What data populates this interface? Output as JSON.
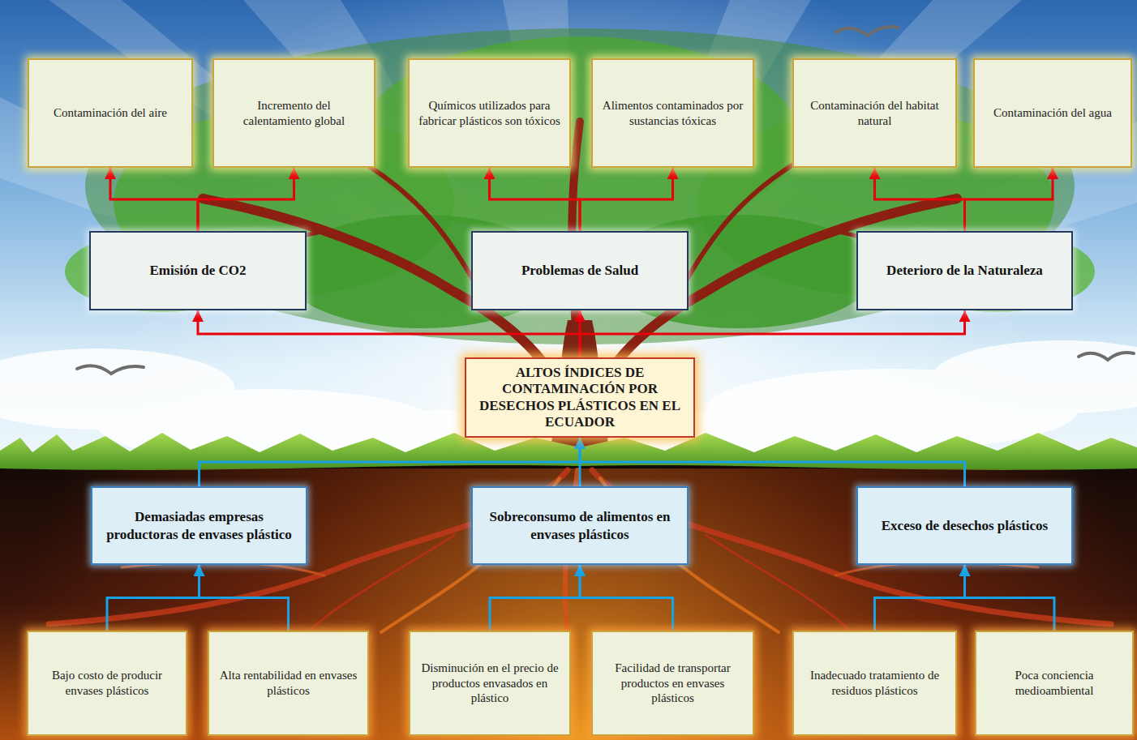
{
  "diagram": {
    "nodes": [
      {
        "text": [
          "Contaminación del aire"
        ]
      },
      {
        "text": [
          "Incremento del calentamiento global"
        ]
      },
      {
        "text": [
          "Químicos utilizados para fabricar plásticos son tóxicos"
        ]
      },
      {
        "text": [
          "Alimentos contaminados por sustancias tóxicas"
        ]
      },
      {
        "text": [
          "Contaminación del habitat natural"
        ]
      },
      {
        "text": [
          "Contaminación del agua"
        ]
      },
      {
        "text": [
          "Emisión de CO2"
        ]
      },
      {
        "text": [
          "Problemas de Salud"
        ]
      },
      {
        "text": [
          "Deterioro de la Naturaleza"
        ]
      },
      {
        "text": [
          "ALTOS ÍNDICES DE CONTAMINACIÓN POR DESECHOS PLÁSTICOS EN EL ECUADOR"
        ]
      },
      {
        "text": [
          "Demasiadas empresas productoras de envases plástico"
        ]
      },
      {
        "text": [
          "Sobreconsumo de alimentos en envases plásticos"
        ]
      },
      {
        "text": [
          "Exceso de desechos plásticos"
        ]
      },
      {
        "text": [
          "Bajo costo de producir envases plásticos"
        ]
      },
      {
        "text": [
          "Alta rentabilidad en envases plásticos"
        ]
      },
      {
        "text": [
          "Disminución en el precio de productos envasados en plástico"
        ]
      },
      {
        "text": [
          "Facilidad de transportar productos en envases plásticos"
        ]
      },
      {
        "text": [
          "Inadecuado tratamiento de residuos plásticos"
        ]
      },
      {
        "text": [
          "Poca conciencia medioambiental"
        ]
      }
    ],
    "edges": [
      {
        "from": 6,
        "to": 0,
        "arrow": "to"
      },
      {
        "from": 6,
        "to": 1,
        "arrow": "to"
      },
      {
        "from": 7,
        "to": 2,
        "arrow": "to"
      },
      {
        "from": 7,
        "to": 3,
        "arrow": "to"
      },
      {
        "from": 8,
        "to": 4,
        "arrow": "to"
      },
      {
        "from": 8,
        "to": 5,
        "arrow": "to"
      },
      {
        "from": 9,
        "to": 6,
        "arrow": "to"
      },
      {
        "from": 9,
        "to": 7,
        "arrow": "to"
      },
      {
        "from": 9,
        "to": 8,
        "arrow": "to"
      },
      {
        "from": 10,
        "to": 9,
        "arrow": "to"
      },
      {
        "from": 11,
        "to": 9,
        "arrow": "to"
      },
      {
        "from": 12,
        "to": 9,
        "arrow": "to"
      },
      {
        "from": 13,
        "to": 10,
        "arrow": "to"
      },
      {
        "from": 14,
        "to": 10,
        "arrow": "to"
      },
      {
        "from": 15,
        "to": 11,
        "arrow": "to"
      },
      {
        "from": 16,
        "to": 11,
        "arrow": "to"
      },
      {
        "from": 17,
        "to": 12,
        "arrow": "to"
      },
      {
        "from": 18,
        "to": 12,
        "arrow": "to"
      }
    ]
  }
}
